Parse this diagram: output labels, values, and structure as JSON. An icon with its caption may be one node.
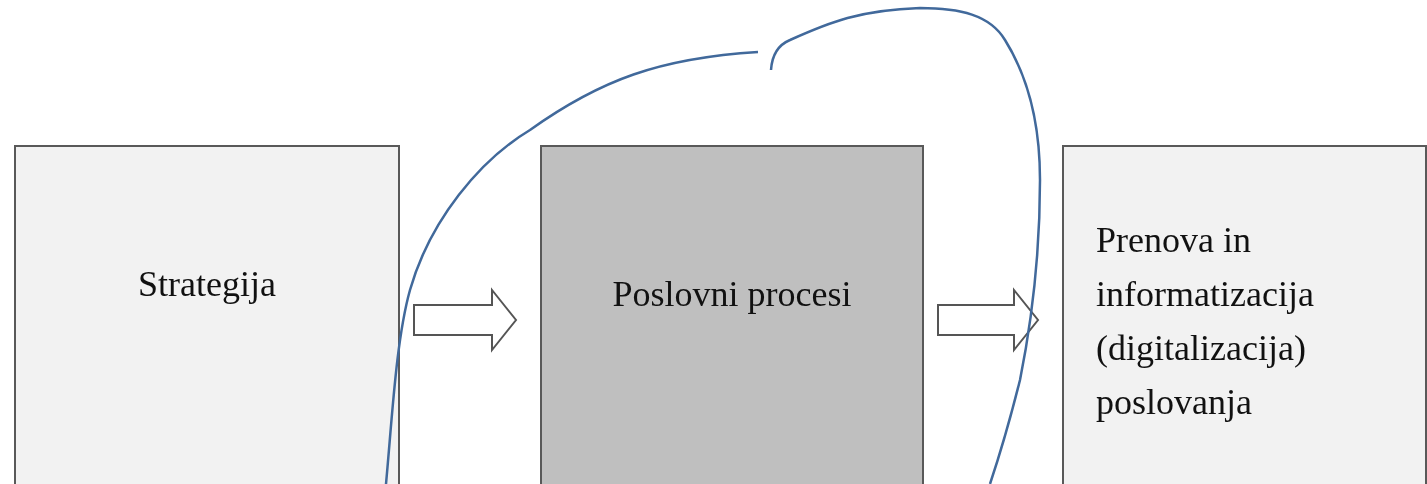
{
  "diagram": {
    "nodes": [
      {
        "text": [
          "Strategija"
        ]
      },
      {
        "text": [
          "Poslovni procesi"
        ]
      },
      {
        "text": [
          "Prenova in informatizacija (digitalizacija) poslovanja"
        ]
      }
    ],
    "edges": [
      {
        "from": 0,
        "to": 1,
        "arrow": "to"
      },
      {
        "from": 1,
        "to": 2,
        "arrow": "to"
      }
    ]
  }
}
